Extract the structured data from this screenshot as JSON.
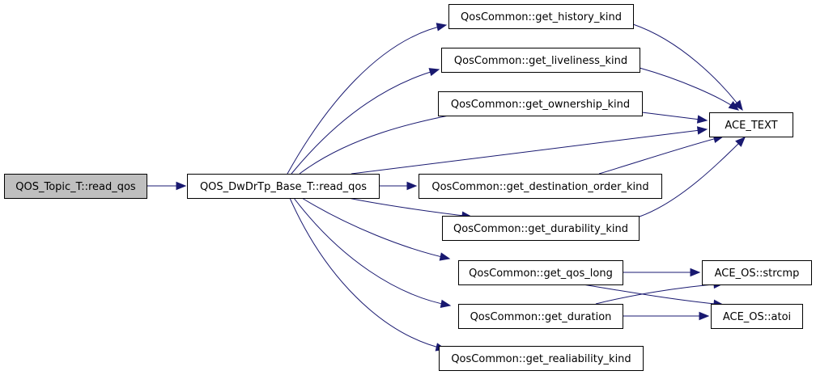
{
  "graph": {
    "colors": {
      "edge": "#191970",
      "node_fill": "#ffffff",
      "root_fill": "#bfbfbf",
      "border": "#000000"
    },
    "nodes": [
      {
        "id": "root",
        "label": "QOS_Topic_T::read_qos",
        "highlighted": true
      },
      {
        "id": "base",
        "label": "QOS_DwDrTp_Base_T::read_qos"
      },
      {
        "id": "history",
        "label": "QosCommon::get_history_kind"
      },
      {
        "id": "liveliness",
        "label": "QosCommon::get_liveliness_kind"
      },
      {
        "id": "ownership",
        "label": "QosCommon::get_ownership_kind"
      },
      {
        "id": "destorder",
        "label": "QosCommon::get_destination_order_kind"
      },
      {
        "id": "durability",
        "label": "QosCommon::get_durability_kind"
      },
      {
        "id": "qoslong",
        "label": "QosCommon::get_qos_long"
      },
      {
        "id": "duration",
        "label": "QosCommon::get_duration"
      },
      {
        "id": "reliability",
        "label": "QosCommon::get_realiability_kind"
      },
      {
        "id": "acetext",
        "label": "ACE_TEXT"
      },
      {
        "id": "strcmp",
        "label": "ACE_OS::strcmp"
      },
      {
        "id": "atoi",
        "label": "ACE_OS::atoi"
      }
    ],
    "edges": [
      {
        "from": "root",
        "to": "base"
      },
      {
        "from": "base",
        "to": "history"
      },
      {
        "from": "base",
        "to": "liveliness"
      },
      {
        "from": "base",
        "to": "ownership"
      },
      {
        "from": "base",
        "to": "acetext"
      },
      {
        "from": "base",
        "to": "destorder"
      },
      {
        "from": "base",
        "to": "durability"
      },
      {
        "from": "base",
        "to": "qoslong"
      },
      {
        "from": "base",
        "to": "duration"
      },
      {
        "from": "base",
        "to": "reliability"
      },
      {
        "from": "history",
        "to": "acetext"
      },
      {
        "from": "liveliness",
        "to": "acetext"
      },
      {
        "from": "ownership",
        "to": "acetext"
      },
      {
        "from": "destorder",
        "to": "acetext"
      },
      {
        "from": "durability",
        "to": "acetext"
      },
      {
        "from": "qoslong",
        "to": "strcmp"
      },
      {
        "from": "qoslong",
        "to": "atoi"
      },
      {
        "from": "duration",
        "to": "strcmp"
      },
      {
        "from": "duration",
        "to": "atoi"
      }
    ]
  }
}
